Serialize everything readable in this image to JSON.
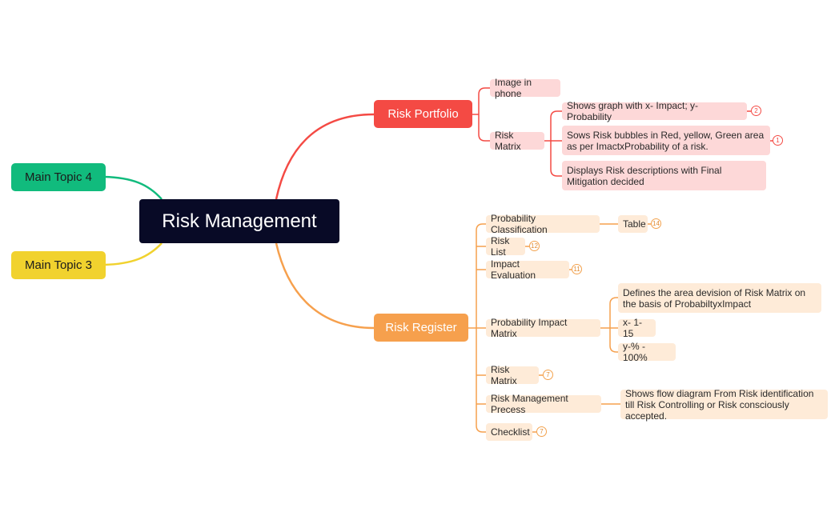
{
  "colors": {
    "root": "#080a26",
    "portfolio": "#f44a44",
    "register": "#f6a04d",
    "topic4": "#11bb7d",
    "topic3": "#f1d22e",
    "pink_sub": "#fdd8d8",
    "peach_sub": "#feebd8"
  },
  "root": {
    "label": "Risk Management"
  },
  "main_topics": {
    "topic4": "Main Topic 4",
    "topic3": "Main Topic 3"
  },
  "portfolio": {
    "label": "Risk Portfolio",
    "image_in_phone": "Image in phone",
    "risk_matrix": {
      "label": "Risk Matrix",
      "graph": {
        "label": "Shows graph with x- Impact; y- Probability",
        "badge": "2"
      },
      "bubbles": {
        "label": "Sows Risk bubbles in Red, yellow, Green area as per ImactxProbability of a risk.",
        "badge": "1"
      },
      "descriptions": {
        "label": "Displays Risk descriptions with Final Mitigation decided"
      }
    }
  },
  "register": {
    "label": "Risk Register",
    "probability_classification": {
      "label": "Probability Classification",
      "table": "Table",
      "table_badge": "14"
    },
    "risk_list": {
      "label": "Risk List",
      "badge": "12"
    },
    "impact_evaluation": {
      "label": "Impact Evaluation",
      "badge": "11"
    },
    "probability_impact_matrix": {
      "label": "Probability Impact Matrix",
      "defines": "Defines the area devision of Risk Matrix on the basis of ProbabiltyxImpact",
      "x_range": "x- 1-15",
      "y_range": "y-% - 100%"
    },
    "risk_matrix": {
      "label": "Risk Matrix",
      "badge": "7"
    },
    "management_process": {
      "label": "Risk Management Precess",
      "flow": "Shows flow diagram From Risk identification till Risk Controlling or Risk consciously accepted."
    },
    "checklist": {
      "label": "Checklist",
      "badge": "7"
    }
  }
}
